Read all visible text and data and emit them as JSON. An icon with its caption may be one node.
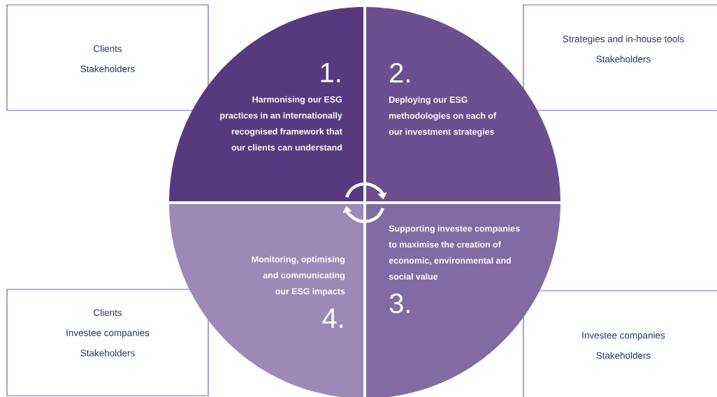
{
  "diagram": {
    "nodes": [
      {
        "text": [
          "Clients",
          "Stakeholders"
        ]
      },
      {
        "text": [
          "1.",
          "Harmonising our ESG practices in an internationally recognised framework that our clients can understand"
        ]
      },
      {
        "text": [
          "2.",
          "Deploying our ESG methodologies on each of our investment strategies"
        ]
      },
      {
        "text": [
          "Strategies and in-house tools",
          "Stakeholders"
        ]
      },
      {
        "text": [
          "Monitoring, optimising and communicating our ESG impacts",
          "4."
        ]
      },
      {
        "text": [
          "Supporting investee companies to maximise the creation of economic, environmental and social value",
          "3."
        ]
      },
      {
        "text": [
          "Clients",
          "Investee companies",
          "Stakeholders"
        ]
      },
      {
        "text": [
          "Investee companies",
          "Stakeholders"
        ]
      }
    ],
    "edges": [
      {
        "from": 1,
        "to": 2,
        "arrow": "to"
      },
      {
        "from": 5,
        "to": 4,
        "arrow": "to"
      }
    ]
  }
}
